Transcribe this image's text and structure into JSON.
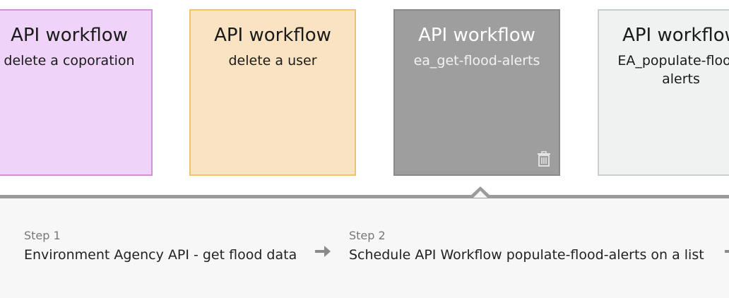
{
  "cards": [
    {
      "title": "API workflow",
      "subtitle": "delete a coporation"
    },
    {
      "title": "API workflow",
      "subtitle": "delete a user"
    },
    {
      "title": "API workflow",
      "subtitle": "ea_get-flood-alerts"
    },
    {
      "title": "API workflow",
      "subtitle": "EA_populate-flood-alerts"
    }
  ],
  "steps": [
    {
      "label": "Step 1",
      "text": "Environment Agency API - get flood data"
    },
    {
      "label": "Step 2",
      "text": "Schedule API Workflow populate-flood-alerts on a list"
    }
  ],
  "icons": {
    "delete": "trash-icon",
    "next": "arrow-right-icon"
  },
  "colors": {
    "card_purple": "#efd3f8",
    "card_orange": "#fae3c2",
    "card_selected": "#9e9e9e",
    "card_grey": "#f0f2f1",
    "panel": "#f7f7f7",
    "panel_border": "#9b9b9b"
  }
}
